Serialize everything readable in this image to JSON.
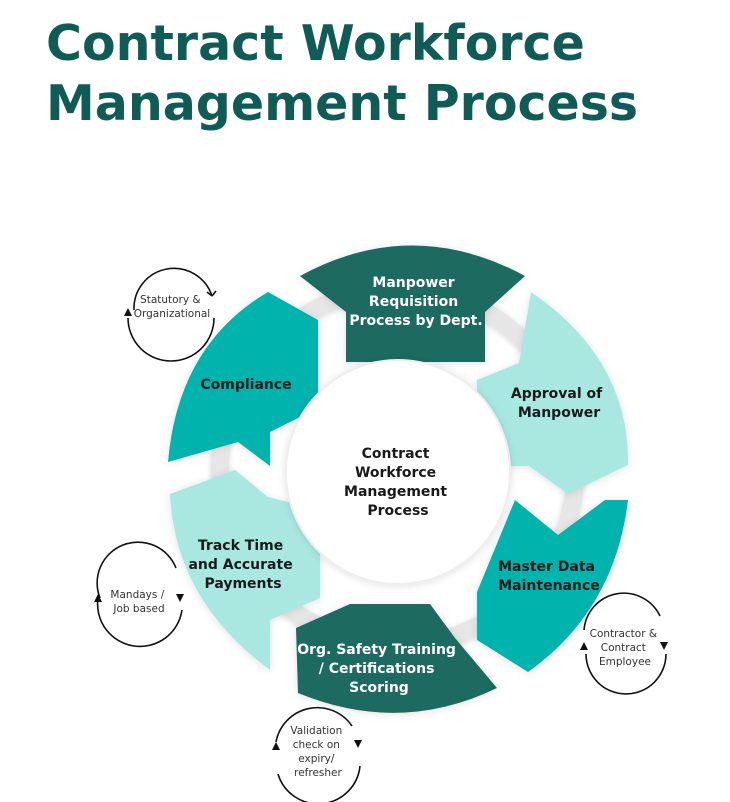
{
  "title": {
    "line1": "Contract Workforce",
    "line2": "Management Process"
  },
  "center": {
    "lines": [
      "Contract",
      "Workforce",
      "Management",
      "Process"
    ]
  },
  "segments": [
    {
      "id": "manpower-requisition",
      "lines": [
        "Manpower",
        "Requisition",
        "Process by Dept."
      ],
      "color": "#1a6b61",
      "text_color": "#ffffff"
    },
    {
      "id": "approval",
      "lines": [
        "Approval of",
        "Manpower"
      ],
      "color": "#a9e7e1",
      "text_color": "#1a1a1a"
    },
    {
      "id": "master-data",
      "lines": [
        "Master Data",
        "Maintenance"
      ],
      "color": "#00b3ad",
      "text_color": "#1a1a1a"
    },
    {
      "id": "safety-training",
      "lines": [
        "Org. Safety Training",
        "/ Certifications",
        "Scoring"
      ],
      "color": "#1a6b61",
      "text_color": "#ffffff"
    },
    {
      "id": "track-time",
      "lines": [
        "Track Time",
        "and Accurate",
        "Payments"
      ],
      "color": "#a9e7e1",
      "text_color": "#1a1a1a"
    },
    {
      "id": "compliance",
      "lines": [
        "Compliance"
      ],
      "color": "#00b3ad",
      "text_color": "#1a1a1a"
    }
  ],
  "notes": [
    {
      "id": "statutory",
      "lines": [
        "Statutory &",
        "Organizational"
      ]
    },
    {
      "id": "mandays",
      "lines": [
        "Mandays /",
        "Job based"
      ]
    },
    {
      "id": "contractor",
      "lines": [
        "Contractor &",
        "Contract",
        "Employee"
      ]
    },
    {
      "id": "validation",
      "lines": [
        "Validation",
        "check on",
        "expiry/",
        "refresher"
      ]
    }
  ]
}
